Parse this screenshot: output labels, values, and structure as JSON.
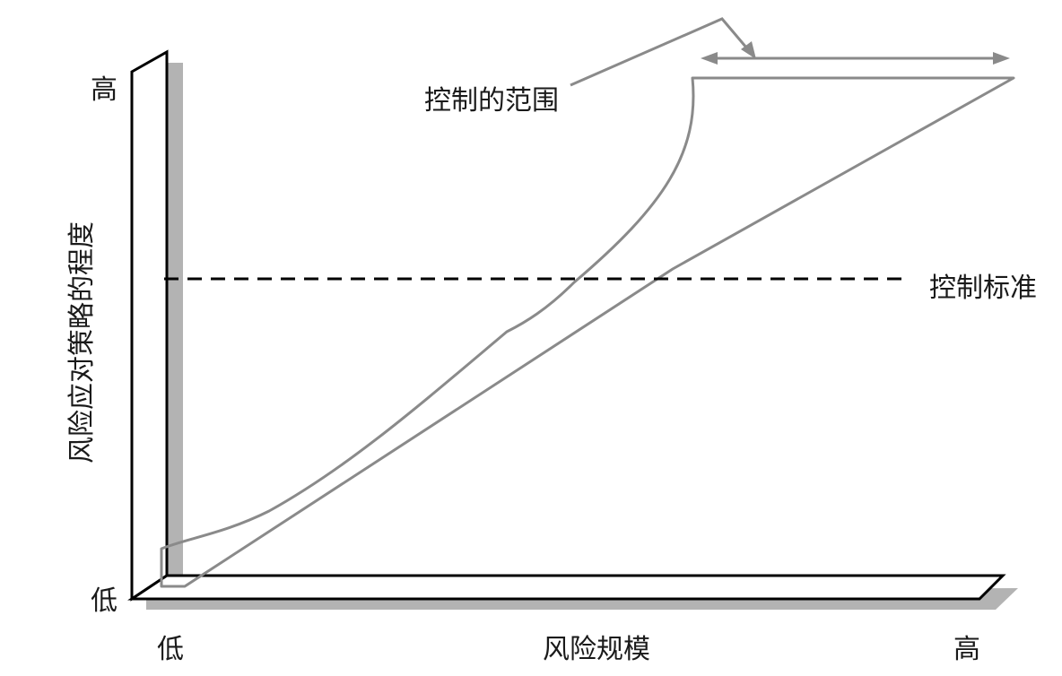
{
  "diagram": {
    "y_axis": {
      "label": "风险应对策略的程度",
      "high": "高",
      "low": "低"
    },
    "x_axis": {
      "label": "风险规模",
      "low": "低",
      "high": "高"
    },
    "annotations": {
      "control_range": "控制的范围",
      "control_standard": "控制标准"
    },
    "colors": {
      "axis_stroke": "#000000",
      "axis_shadow": "#b3b3b3",
      "curve_stroke": "#8a8a8a",
      "dashed_line": "#000000",
      "text": "#1a1a1a"
    }
  }
}
